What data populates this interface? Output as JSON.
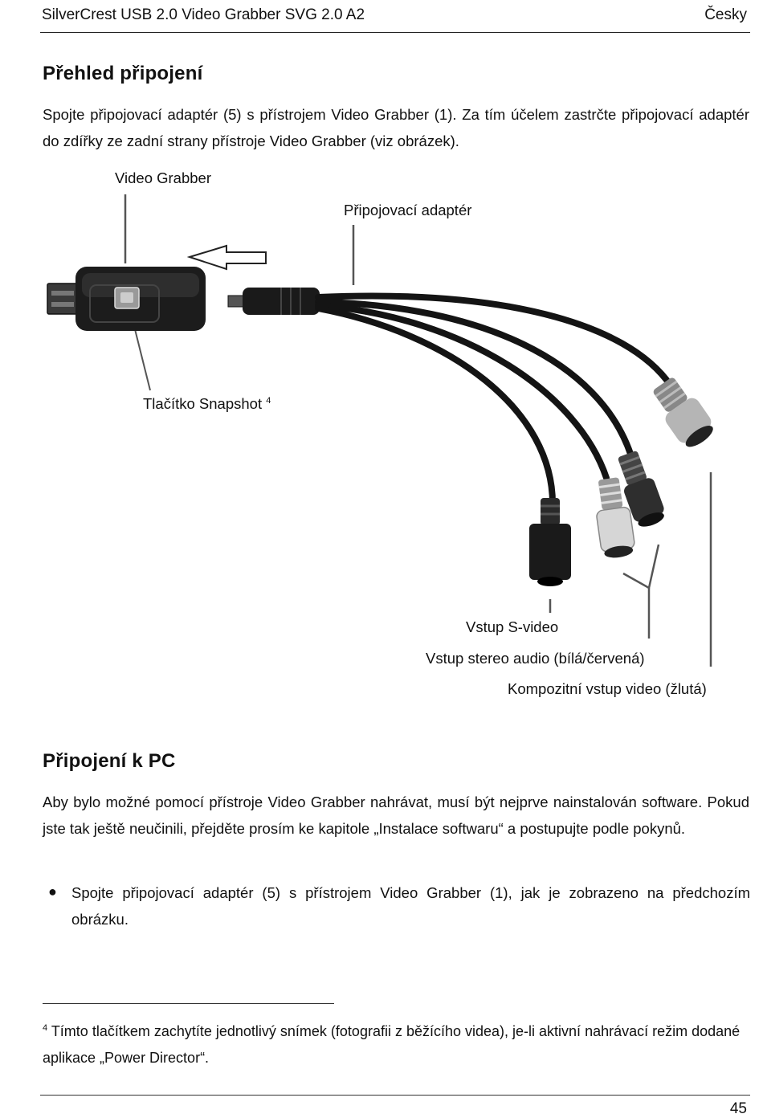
{
  "header": {
    "title": "SilverCrest USB 2.0 Video Grabber SVG 2.0 A2",
    "language": "Česky"
  },
  "section1": {
    "heading": "Přehled připojení",
    "paragraph": "Spojte připojovací adaptér (5) s přístrojem Video Grabber (1). Za tím účelem zastrčte připojovací adaptér do zdířky ze zadní strany přístroje Video Grabber (viz obrázek)."
  },
  "figure": {
    "labels": {
      "video_grabber": "Video Grabber",
      "adapter": "Připojovací adaptér",
      "snapshot_button": "Tlačítko Snapshot",
      "snapshot_footnote_ref": "4",
      "s_video": "Vstup S-video",
      "stereo_audio": "Vstup stereo audio (bílá/červená)",
      "composite_video": "Kompozitní vstup video (žlutá)"
    }
  },
  "section2": {
    "heading": "Připojení k PC",
    "paragraph": "Aby bylo možné pomocí přístroje Video Grabber nahrávat, musí být nejprve nainstalován software. Pokud jste tak ještě neučinili, přejděte prosím ke kapitole „Instalace softwaru“ a postupujte podle pokynů.",
    "bullets": [
      "Spojte připojovací adaptér (5) s přístrojem Video Grabber (1), jak je zobrazeno na předchozím obrázku."
    ]
  },
  "footnote": {
    "marker": "4",
    "text": "Tímto tlačítkem zachytíte jednotlivý snímek (fotografii z běžícího videa), je-li aktivní nahrávací režim dodané aplikace „Power Director“."
  },
  "footer": {
    "page_number": "45"
  }
}
